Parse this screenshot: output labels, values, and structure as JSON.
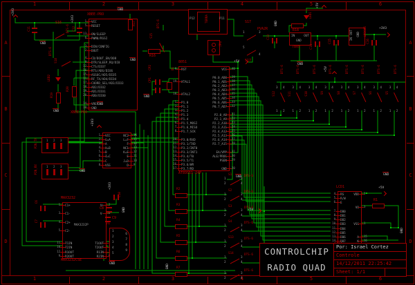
{
  "nets": {
    "gnd": "GND",
    "p5": "+5V",
    "p33": "+3V3"
  },
  "frame": {
    "cols": [
      "1",
      "2",
      "3",
      "4",
      "5",
      "6"
    ],
    "rows": [
      "A",
      "B",
      "C",
      "D"
    ]
  },
  "title": {
    "line1": "CONTROLCHIP",
    "line2": "RADIO QUAD",
    "author": "Por: Israel Cortez",
    "project": "Controle",
    "datetime": "14/12/2011 22:25:42",
    "sheet": "Sheet: 1/1"
  },
  "sw": {
    "value": "DTS-6",
    "pn": [
      "1",
      "2",
      "3",
      "4"
    ]
  },
  "top_switches": [
    "S12",
    "S11",
    "S10",
    "S9",
    "S8",
    "S7",
    "S6",
    "S5"
  ],
  "mid_switches": [
    "S1",
    "S2",
    "S3",
    "S4",
    "S13",
    "S14",
    ""
  ],
  "res_mid": [
    "R2",
    "R3",
    "R4",
    "R5",
    "R6",
    "R7"
  ],
  "parts": {
    "r1": "R1",
    "r16": "R16",
    "r17": "R17",
    "r18": "R18",
    "r19": "R19",
    "r20": "R20",
    "c6": "C6",
    "c7": "C7",
    "c8": "C8",
    "c9": "C9",
    "c10": "C10",
    "c11": "C11",
    "c12": "C12",
    "c13": "C13",
    "c14": "C14",
    "c15": "C15",
    "c16": "C16",
    "cp1": "CP1",
    "cp2": "CP2",
    "q1": "Q1",
    "led1": "LED1",
    "led2": "LED2",
    "s15": "S15",
    "s16": "S16",
    "s17": "S17",
    "s17_value": "PVA2R",
    "s18": "S18",
    "jp4": "JP4",
    "j1": "J1",
    "terra": "TERRA",
    "p11": "P11",
    "p12": "P12",
    "pin_tx": "PIN_TX",
    "pin_rx": "PIN_RX",
    "reg5": "7805",
    "reg33": "LM1086",
    "in": "IN",
    "out": "OUT",
    "gnd": "GND"
  },
  "s17_pins": [
    "1",
    "3",
    "5",
    "4"
  ],
  "xbee": {
    "name": "XBEE-PRO",
    "value": "XBEE-PRO",
    "pins": [
      {
        "n": "1",
        "l": "VCC"
      },
      {
        "n": "5",
        "l": "RESET"
      },
      {
        "n": "",
        "l": ""
      },
      {
        "n": "13",
        "l": "ON/SLEEP"
      },
      {
        "n": "6",
        "l": "PWM0/RSSI"
      },
      {
        "n": "",
        "l": ""
      },
      {
        "n": "3",
        "l": "DIN/CONFIG"
      },
      {
        "n": "2",
        "l": "DOUT"
      },
      {
        "n": "",
        "l": ""
      },
      {
        "n": "4",
        "l": "CD/DOUT_EN/DO8"
      },
      {
        "n": "9",
        "l": "DTR/SLEEP_RQ/DI8"
      },
      {
        "n": "12",
        "l": "CTS/DIO7"
      },
      {
        "n": "16",
        "l": "RTS/AD6/DIO6"
      },
      {
        "n": "15",
        "l": "ASSOC/AD5/DIO5"
      },
      {
        "n": "11",
        "l": "RF_TX/AD4/DIO4"
      },
      {
        "n": "17",
        "l": "COORD_SEL/AD3/DIO3"
      },
      {
        "n": "18",
        "l": "AD2/DIO2"
      },
      {
        "n": "19",
        "l": "AD1/DIO1"
      },
      {
        "n": "20",
        "l": "AD0/DIO0"
      },
      {
        "n": "",
        "l": ""
      },
      {
        "n": "14",
        "l": "VREF"
      },
      {
        "n": "10",
        "l": "GND"
      }
    ]
  },
  "mcu": {
    "name": "8051",
    "value": "AT89S51-24P",
    "left": [
      {
        "n": "9",
        "l": "RST"
      },
      {
        "n": "",
        "l": ""
      },
      {
        "n": "",
        "l": ""
      },
      {
        "n": "19",
        "l": "XTAL1"
      },
      {
        "n": "",
        "l": ""
      },
      {
        "n": "",
        "l": ""
      },
      {
        "n": "18",
        "l": "XTAL2"
      },
      {
        "n": "",
        "l": ""
      },
      {
        "n": "1",
        "l": "P1.0"
      },
      {
        "n": "2",
        "l": "P1.1"
      },
      {
        "n": "3",
        "l": "P1.2"
      },
      {
        "n": "4",
        "l": "P1.3"
      },
      {
        "n": "5",
        "l": "P1.4"
      },
      {
        "n": "6",
        "l": "P1.5_MOSI"
      },
      {
        "n": "7",
        "l": "P1.6_MISO"
      },
      {
        "n": "8",
        "l": "P1.7_SCK"
      },
      {
        "n": "",
        "l": ""
      },
      {
        "n": "10",
        "l": "P3.0/RXD"
      },
      {
        "n": "11",
        "l": "P3.1/TXD"
      },
      {
        "n": "12",
        "l": "P3.2/INT0"
      },
      {
        "n": "13",
        "l": "P3.3/INT1"
      },
      {
        "n": "14",
        "l": "P3.4/T0"
      },
      {
        "n": "15",
        "l": "P3.5/T1"
      },
      {
        "n": "16",
        "l": "P3.6/WR"
      },
      {
        "n": "17",
        "l": "P3.7/RD"
      }
    ],
    "right": [
      {
        "n": "40",
        "l": "VCC"
      },
      {
        "n": "",
        "l": ""
      },
      {
        "n": "39",
        "l": "P0.0_AD0"
      },
      {
        "n": "38",
        "l": "P0.1_AD1"
      },
      {
        "n": "37",
        "l": "P0.2_AD2"
      },
      {
        "n": "36",
        "l": "P0.3_AD3"
      },
      {
        "n": "35",
        "l": "P0.4_AD4"
      },
      {
        "n": "34",
        "l": "P0.5_AD5"
      },
      {
        "n": "33",
        "l": "P0.6_AD6"
      },
      {
        "n": "32",
        "l": "P0.7_AD7"
      },
      {
        "n": "",
        "l": ""
      },
      {
        "n": "21",
        "l": "P2.0_A8"
      },
      {
        "n": "22",
        "l": "P2.1_A9"
      },
      {
        "n": "23",
        "l": "P2.2_A10"
      },
      {
        "n": "24",
        "l": "P2.3_A11"
      },
      {
        "n": "25",
        "l": "P2.4_A12"
      },
      {
        "n": "26",
        "l": "P2.5_A13"
      },
      {
        "n": "27",
        "l": "P2.6_A14"
      },
      {
        "n": "28",
        "l": "P2.7_A15"
      },
      {
        "n": "",
        "l": ""
      },
      {
        "n": "31",
        "l": "EA/VPP"
      },
      {
        "n": "30",
        "l": "ALE/PROG"
      },
      {
        "n": "29",
        "l": "PSEN"
      },
      {
        "n": "",
        "l": ""
      },
      {
        "n": "20",
        "l": "GND"
      }
    ]
  },
  "max": {
    "name": "MAX3232",
    "inner": "MAX3232P",
    "value": "MAX3232CSE",
    "left": [
      {
        "n": "1",
        "l": "C1+"
      },
      {
        "n": "",
        "l": ""
      },
      {
        "n": "3",
        "l": "C1-"
      },
      {
        "n": "",
        "l": ""
      },
      {
        "n": "4",
        "l": "C2+"
      },
      {
        "n": "",
        "l": ""
      },
      {
        "n": "5",
        "l": "C2-"
      },
      {
        "n": "",
        "l": ""
      },
      {
        "n": "",
        "l": ""
      },
      {
        "n": "11",
        "l": "T1IN"
      },
      {
        "n": "10",
        "l": "T2IN"
      },
      {
        "n": "12",
        "l": "R1OUT"
      },
      {
        "n": "9",
        "l": "R2OUT"
      }
    ],
    "right": [
      {
        "n": "2",
        "l": "V+"
      },
      {
        "n": "",
        "l": ""
      },
      {
        "n": "6",
        "l": "V-"
      },
      {
        "n": "",
        "l": ""
      },
      {
        "n": "",
        "l": ""
      },
      {
        "n": "",
        "l": ""
      },
      {
        "n": "",
        "l": ""
      },
      {
        "n": "",
        "l": ""
      },
      {
        "n": "",
        "l": ""
      },
      {
        "n": "14",
        "l": "T1OUT"
      },
      {
        "n": "7",
        "l": "T2OUT"
      },
      {
        "n": "13",
        "l": "R1IN"
      },
      {
        "n": "8",
        "l": "R2IN"
      }
    ]
  },
  "lcd": {
    "name": "LCD1",
    "value": "161A",
    "left": [
      {
        "n": "4",
        "l": "RS"
      },
      {
        "n": "5",
        "l": "R/W"
      },
      {
        "n": "6",
        "l": "E"
      },
      {
        "n": "",
        "l": ""
      },
      {
        "n": "7",
        "l": "DB0"
      },
      {
        "n": "8",
        "l": "DB1"
      },
      {
        "n": "9",
        "l": "DB2"
      },
      {
        "n": "10",
        "l": "DB3"
      },
      {
        "n": "11",
        "l": "DB4"
      },
      {
        "n": "12",
        "l": "DB5"
      },
      {
        "n": "13",
        "l": "DB6"
      },
      {
        "n": "14",
        "l": "DB7"
      }
    ],
    "right": [
      {
        "n": "2",
        "l": "VDD"
      },
      {
        "n": "",
        "l": ""
      },
      {
        "n": "",
        "l": ""
      },
      {
        "n": "3",
        "l": "VO"
      },
      {
        "n": "",
        "l": ""
      },
      {
        "n": "",
        "l": ""
      },
      {
        "n": "",
        "l": ""
      },
      {
        "n": "1",
        "l": "VSS"
      },
      {
        "n": "",
        "l": ""
      },
      {
        "n": "",
        "l": ""
      },
      {
        "n": "15",
        "l": "A"
      },
      {
        "n": "16",
        "l": "K"
      }
    ]
  },
  "ic16": {
    "left": [
      {
        "n": "1",
        "l": "VCC"
      },
      {
        "n": "2",
        "l": "G=A"
      },
      {
        "n": "3",
        "l": "A"
      },
      {
        "n": "4",
        "l": "H=B"
      },
      {
        "n": "5",
        "l": "B"
      },
      {
        "n": "6",
        "l": "I=C"
      },
      {
        "n": "7",
        "l": "C"
      },
      {
        "n": "8",
        "l": "VSS"
      }
    ],
    "right": [
      {
        "n": "16",
        "l": "NC2"
      },
      {
        "n": "15",
        "l": "L=F"
      },
      {
        "n": "14",
        "l": "F"
      },
      {
        "n": "13",
        "l": "NC1"
      },
      {
        "n": "12",
        "l": "K=E"
      },
      {
        "n": "11",
        "l": "E"
      },
      {
        "n": "10",
        "l": "J=D"
      },
      {
        "n": "9",
        "l": "D"
      }
    ]
  },
  "db9": {
    "name": "J1",
    "left": [
      "1",
      "2",
      "3",
      "4",
      "5"
    ],
    "right": [
      "6",
      "7",
      "8",
      "9"
    ]
  },
  "hdr_pins": [
    "1",
    "2",
    "3"
  ]
}
